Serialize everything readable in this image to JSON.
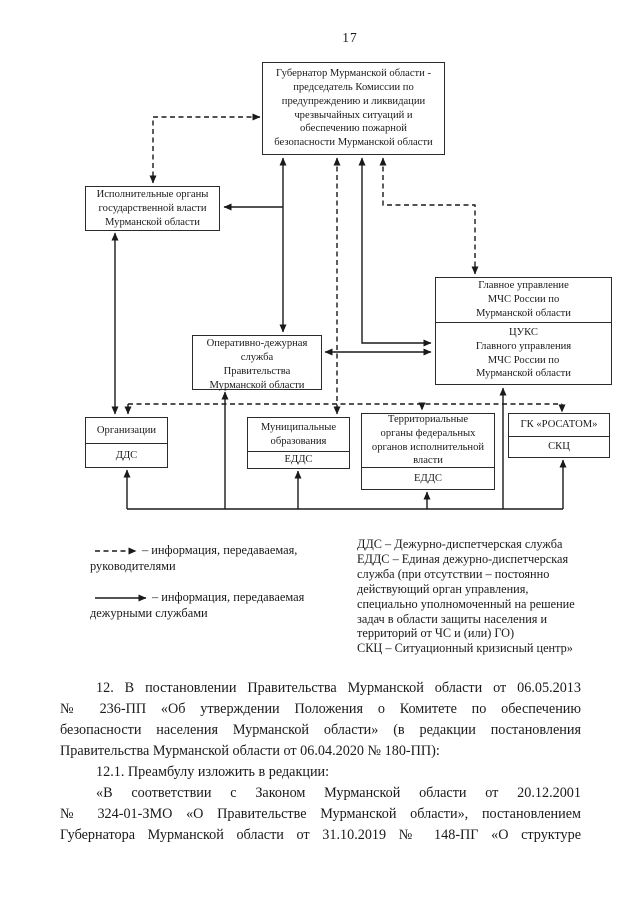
{
  "page_number": "17",
  "colors": {
    "ink": "#1a1a1a",
    "paper": "#ffffff"
  },
  "diagram": {
    "boxes": {
      "governor": "Губернатор Мурманской области -\nпредседатель Комиссии по\nпредупреждению и ликвидации\nчрезвычайных ситуаций и\nобеспечению пожарной\nбезопасности Мурманской области",
      "executive": "Исполнительные органы\nгосударственной власти\nМурманской области",
      "emercom_main": "Главное управление\nМЧС России по\nМурманской области",
      "emercom_cuks": "ЦУКС\nГлавного управления\nМЧС России по\nМурманской области",
      "operational_duty": "Оперативно-дежурная\nслужба\nПравительства\nМурманской области",
      "organizations": "Организации",
      "organizations_sub": "ДДС",
      "municipal": "Муниципальные\nобразования",
      "municipal_sub": "ЕДДС",
      "territorial": "Территориальные\nорганы федеральных\nорганов исполнительной\nвласти",
      "territorial_sub": "ЕДДС",
      "rosatom": "ГК «РОСАТОМ»",
      "rosatom_sub": "СКЦ"
    },
    "legend": {
      "dashed": {
        "line1": "– информация, передаваемая,",
        "line2": "руководителями"
      },
      "solid": {
        "line1": "– информация, передаваемая",
        "line2": "дежурными службами"
      },
      "abbreviations": "ДДС – Дежурно-диспетчерская служба\nЕДДС – Единая дежурно-диспетчерская\nслужба (при отсутствии – постоянно\nдействующий орган управления,\nспециально уполномоченный на решение\nзадач в области защиты населения и\nтерриторий от ЧС и (или) ГО)\nСКЦ – Ситуационный кризисный центр»"
    }
  },
  "body": {
    "lines": [
      {
        "text": "12. В постановлении Правительства Мурманской области от 06.05.2013"
      },
      {
        "text": "№ 236-ПП «Об утверждении Положения о Комитете по обеспечению"
      },
      {
        "text": "безопасности населения Мурманской области» (в редакции постановления"
      },
      {
        "text": "Правительства Мурманской области от 06.04.2020 № 180-ПП):"
      },
      {
        "text": "12.1. Преамбулу изложить в редакции:"
      },
      {
        "text": "«В соответствии с Законом Мурманской области от 20.12.2001"
      },
      {
        "text": "№ 324-01-ЗМО «О Правительстве Мурманской области», постановлением"
      },
      {
        "text": "Губернатора Мурманской области от 31.10.2019 № 148-ПГ «О структуре"
      }
    ]
  }
}
